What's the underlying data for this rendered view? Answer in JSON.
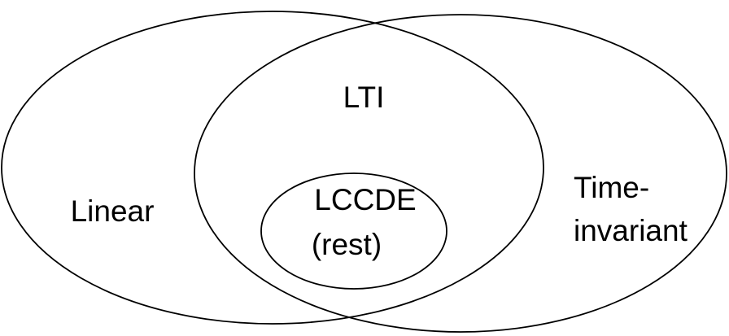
{
  "diagram": {
    "type": "venn",
    "sets": {
      "linear": {
        "label": "Linear"
      },
      "time_invariant": {
        "label_lines": [
          "Time-",
          "invariant"
        ]
      },
      "lti": {
        "label": "LTI"
      },
      "lccde": {
        "label_lines": [
          "LCCDE",
          "(rest)"
        ]
      }
    },
    "relations": [
      "LTI is the overlap of Linear and Time-invariant",
      "LCCDE (rest) is a subset of LTI"
    ]
  }
}
